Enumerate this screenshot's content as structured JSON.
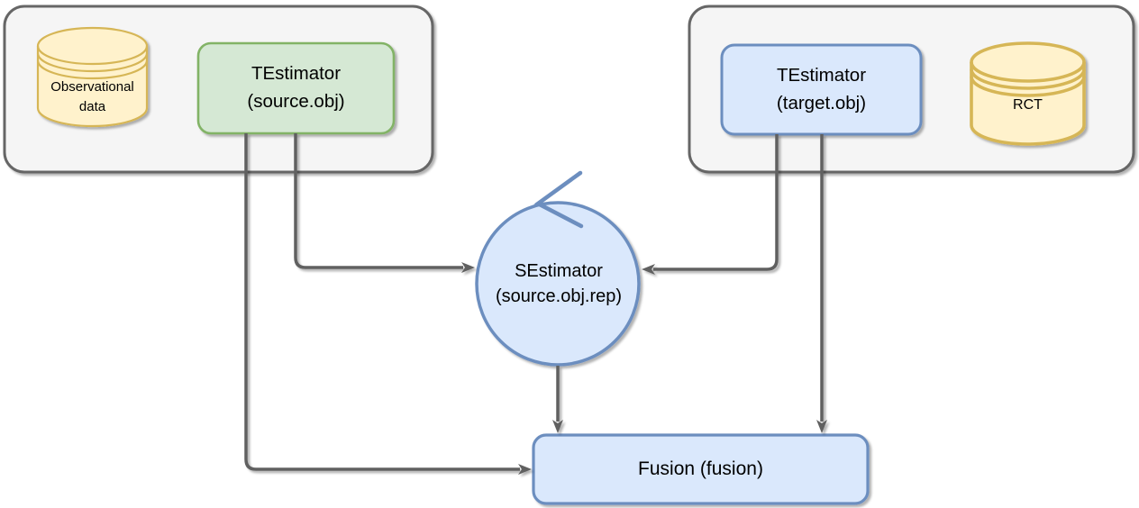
{
  "diagram": {
    "source_group": {
      "database_label": "Observational\ndata",
      "estimator_label": "TEstimator\n(source.obj)"
    },
    "target_group": {
      "estimator_label": "TEstimator\n(target.obj)",
      "database_label": "RCT"
    },
    "sestimator_label": "SEstimator\n(source.obj.rep)",
    "fusion_label": "Fusion (fusion)",
    "colors": {
      "group_fill": "#f5f5f5",
      "group_stroke": "#666666",
      "yellow_fill": "#fff2cc",
      "yellow_stroke": "#d6b656",
      "green_fill": "#d5e8d4",
      "green_stroke": "#82b366",
      "blue_fill": "#dae8fc",
      "blue_stroke": "#6c8ebf",
      "connector": "#616161",
      "text": "#000000"
    }
  }
}
